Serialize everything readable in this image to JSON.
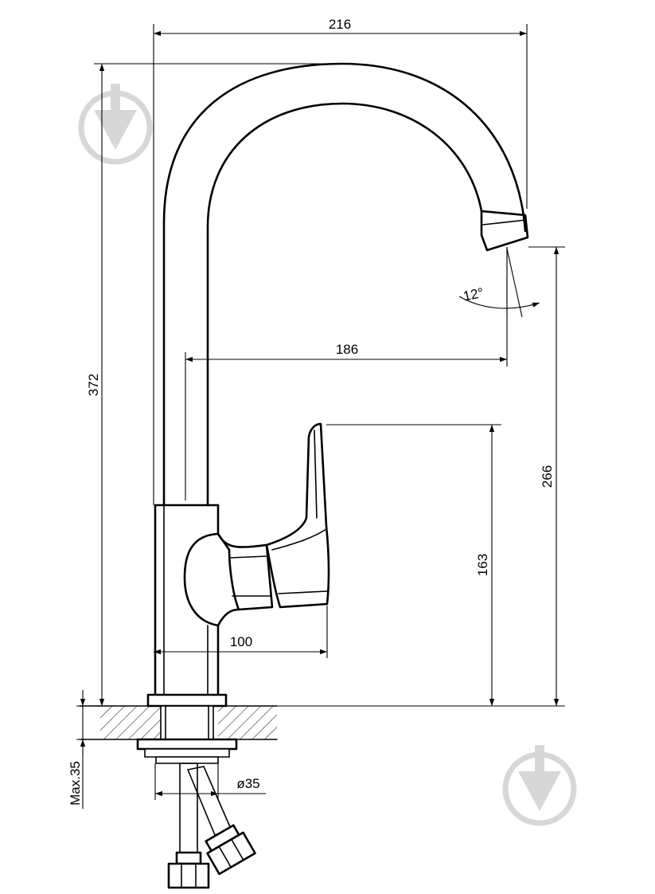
{
  "dimensions": {
    "overall_reach": "216",
    "overall_height": "372",
    "spout_reach": "186",
    "spout_angle": "12°",
    "spout_height": "266",
    "handle_height": "163",
    "handle_reach": "100",
    "max_mount": "Max.35",
    "hole_diameter": "ø35"
  },
  "colors": {
    "line": "#000000",
    "watermark": "#d7d7d7"
  },
  "icons": {
    "watermark": "drop-down-arrow-icon"
  }
}
